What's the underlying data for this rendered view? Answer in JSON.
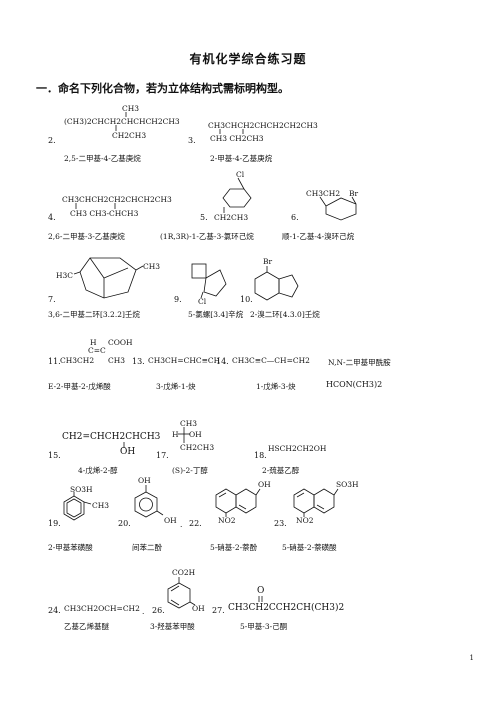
{
  "title": "有机化学综合练习题",
  "section": "一．命名下列化合物，若为立体结构式需标明构型。",
  "items": [
    {
      "num": "2.",
      "answer": "2,5-二甲基-4-乙基庚烷",
      "lines": [
        "CH3",
        "(CH3)2CHCH2CHCHCH2CH3",
        "CH2CH3"
      ]
    },
    {
      "num": "3.",
      "answer": "2-甲基-4-乙基庚烷",
      "lines": [
        "CH3CHCH2CHCH2CH2CH3",
        "CH3  CH2CH3"
      ]
    },
    {
      "num": "4.",
      "answer": "2,6-二甲基-3-乙基庚烷",
      "lines": [
        "CH3CHCH2CH2CHCH2CH3",
        "CH3  CH3-CHCH3"
      ]
    },
    {
      "num": "5.",
      "answer": "(1R,3R)-1-乙基-3-氯环己烷",
      "lines": [
        "Cl",
        "CH2CH3"
      ]
    },
    {
      "num": "6.",
      "answer": "顺-1-乙基-4-溴环己烷",
      "lines": [
        "CH3CH2",
        "Br"
      ]
    },
    {
      "num": "7.",
      "answer": "3,6-二甲基二环[3.2.2]壬烷",
      "lines": [
        "H3C",
        "CH3"
      ]
    },
    {
      "num": "9.",
      "answer": "5-氯螺[3.4]辛烷",
      "lines": [
        "Cl"
      ]
    },
    {
      "num": "10.",
      "answer": "2-溴二环[4.3.0]壬烷",
      "lines": [
        "Br"
      ]
    },
    {
      "num": "11.",
      "answer": "E-2-甲基-2-戊烯酸",
      "lines": [
        "H",
        "COOH",
        "C=C",
        "CH3CH2",
        "CH3"
      ]
    },
    {
      "num": "13.",
      "answer": "3-戊烯-1-炔",
      "lines": [
        "CH3CH=CHC≡CH"
      ]
    },
    {
      "num": "14.",
      "answer": "1-戊烯-3-炔",
      "lines": [
        "CH3C≡C—CH=CH2"
      ]
    },
    {
      "num": "",
      "answer": "N,N-二甲基甲酰胺",
      "lines": [
        "HCON(CH3)2"
      ]
    },
    {
      "num": "15.",
      "answer": "4-戊烯-2-醇",
      "lines": [
        "CH2=CHCH2CHCH3",
        "OH"
      ]
    },
    {
      "num": "17.",
      "answer": "(S)-2-丁醇",
      "lines": [
        "CH3",
        "H",
        "OH",
        "CH2CH3"
      ]
    },
    {
      "num": "18.",
      "answer": "2-巯基乙醇",
      "lines": [
        "HSCH2CH2OH"
      ]
    },
    {
      "num": "19.",
      "answer": "2-甲基苯磺酸",
      "lines": [
        "SO3H",
        "CH3"
      ]
    },
    {
      "num": "20.",
      "answer": "间苯二酚",
      "lines": [
        "OH",
        "OH"
      ]
    },
    {
      "num": "22.",
      "answer": "5-硝基-2-萘酚",
      "lines": [
        "OH",
        "NO2"
      ]
    },
    {
      "num": "23.",
      "answer": "5-硝基-2-萘磺酸",
      "lines": [
        "SO3H",
        "NO2"
      ]
    },
    {
      "num": "24.",
      "answer": "乙基乙烯基醚",
      "lines": [
        "CH3CH2OCH=CH2"
      ]
    },
    {
      "num": "26.",
      "answer": "3-羟基苯甲酸",
      "lines": [
        "CO2H",
        "OH"
      ]
    },
    {
      "num": "27.",
      "answer": "5-甲基-3-己酮",
      "lines": [
        "O",
        "CH3CH2CCH2CH(CH3)2"
      ]
    }
  ],
  "page_number": "1"
}
